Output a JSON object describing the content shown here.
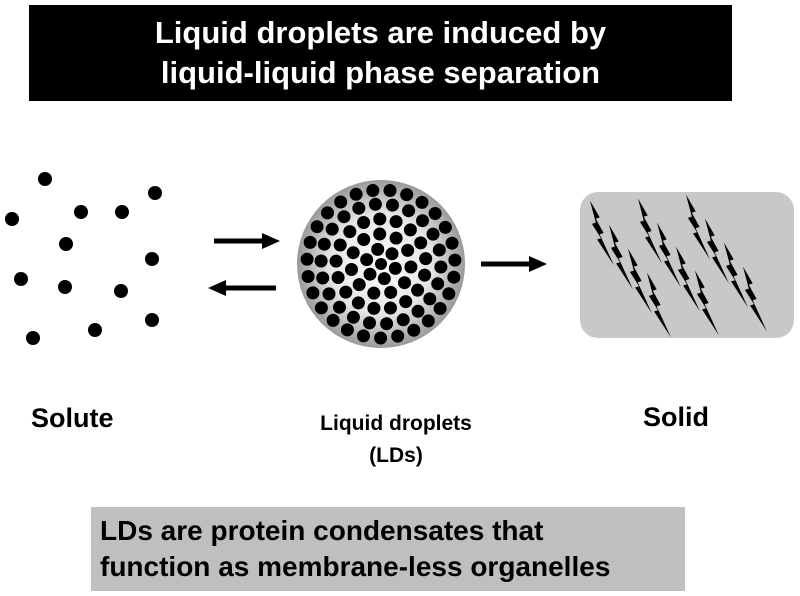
{
  "title": {
    "line1": "Liquid droplets are induced by",
    "line2": "liquid-liquid phase separation"
  },
  "states": {
    "solute": "Solute",
    "droplets_line1": "Liquid droplets",
    "droplets_line2": "(LDs)",
    "solid": "Solid"
  },
  "footer": {
    "line1": "LDs are protein condensates that",
    "line2": "function as membrane-less organelles"
  },
  "colors": {
    "title_bg": "#000000",
    "title_text": "#ffffff",
    "footer_bg": "#bfbfbf",
    "solid_panel": "#c8c8c8",
    "dot": "#000000"
  },
  "icons": [
    "right-arrow-icon",
    "left-arrow-icon",
    "lightning-bolt-icon"
  ]
}
